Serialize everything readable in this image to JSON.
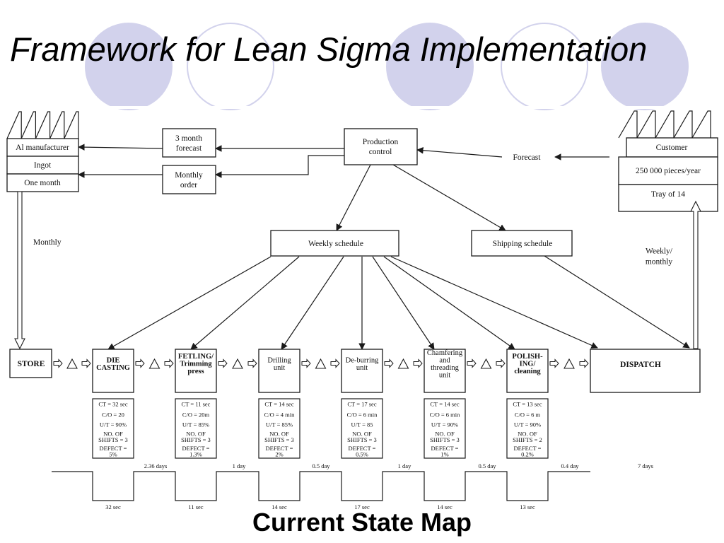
{
  "title": "Framework for Lean Sigma Implementation",
  "caption": "Current State Map",
  "colors": {
    "decor_circle": "#d2d2ec",
    "line": "#1a1a1a"
  },
  "map": {
    "supplier": [
      "Al manufacturer",
      "Ingot",
      "One month"
    ],
    "customer": [
      "Customer",
      "250 000 pieces/year",
      "Tray of 14"
    ],
    "production_control": [
      "Production",
      "control"
    ],
    "forecast_box": [
      "3 month",
      "forecast"
    ],
    "order_box": [
      "Monthly",
      "order"
    ],
    "forecast_label": "Forecast",
    "weekly_schedule": "Weekly schedule",
    "shipping_schedule": "Shipping schedule",
    "monthly_label": "Monthly",
    "weekly_monthly_label": [
      "Weekly/",
      "monthly"
    ],
    "store": "STORE",
    "dispatch": "DISPATCH",
    "processes": [
      {
        "name": [
          "DIE",
          "CASTING"
        ],
        "bold": true,
        "data": [
          [
            "CT = 32 sec"
          ],
          [
            "C/O = 20"
          ],
          [
            "U/T = 90%"
          ],
          [
            "NO. OF",
            "SHIFTS = 3"
          ],
          [
            "DEFECT =",
            "5%"
          ]
        ]
      },
      {
        "name": [
          "FETLING/",
          "Trimming",
          "press"
        ],
        "bold": true,
        "data": [
          [
            "CT = 11 sec"
          ],
          [
            "C/O = 20m"
          ],
          [
            "U/T = 85%"
          ],
          [
            "NO. OF",
            "SHIFTS = 3"
          ],
          [
            "DEFECT =",
            "1.3%"
          ]
        ]
      },
      {
        "name": [
          "Drilling",
          "unit"
        ],
        "bold": false,
        "data": [
          [
            "CT = 14 sec"
          ],
          [
            "C/O = 4 min"
          ],
          [
            "U/T = 85%"
          ],
          [
            "NO. OF",
            "SHIFTS = 3"
          ],
          [
            "DEFECT =",
            "2%"
          ]
        ]
      },
      {
        "name": [
          "De-burring",
          "unit"
        ],
        "bold": false,
        "data": [
          [
            "CT = 17 sec"
          ],
          [
            "C/O = 6 min"
          ],
          [
            "U/T = 85"
          ],
          [
            "NO. OF",
            "SHIFTS = 3"
          ],
          [
            "DEFECT =",
            "0.5%"
          ]
        ]
      },
      {
        "name": [
          "Chamfering",
          "and",
          "threading",
          "unit"
        ],
        "bold": false,
        "data": [
          [
            "CT = 14 sec"
          ],
          [
            "C/O = 6 min"
          ],
          [
            "U/T = 90%"
          ],
          [
            "NO. OF",
            "SHIFTS = 3"
          ],
          [
            "DEFECT =",
            "1%"
          ]
        ]
      },
      {
        "name": [
          "POLISH-",
          "ING/",
          "cleaning"
        ],
        "bold": true,
        "data": [
          [
            "CT = 13 sec"
          ],
          [
            "C/O = 6 m"
          ],
          [
            "U/T = 90%"
          ],
          [
            "NO. OF",
            "SHIFTS = 2"
          ],
          [
            "DEFECT =",
            "0.2%"
          ]
        ]
      }
    ],
    "lead_times": [
      "2.36 days",
      "1 day",
      "0.5 day",
      "1 day",
      "0.5 day",
      "0.4 day",
      "7 days"
    ],
    "cycle_times": [
      "32 sec",
      "11 sec",
      "14 sec",
      "17 sec",
      "14 sec",
      "13 sec"
    ]
  }
}
